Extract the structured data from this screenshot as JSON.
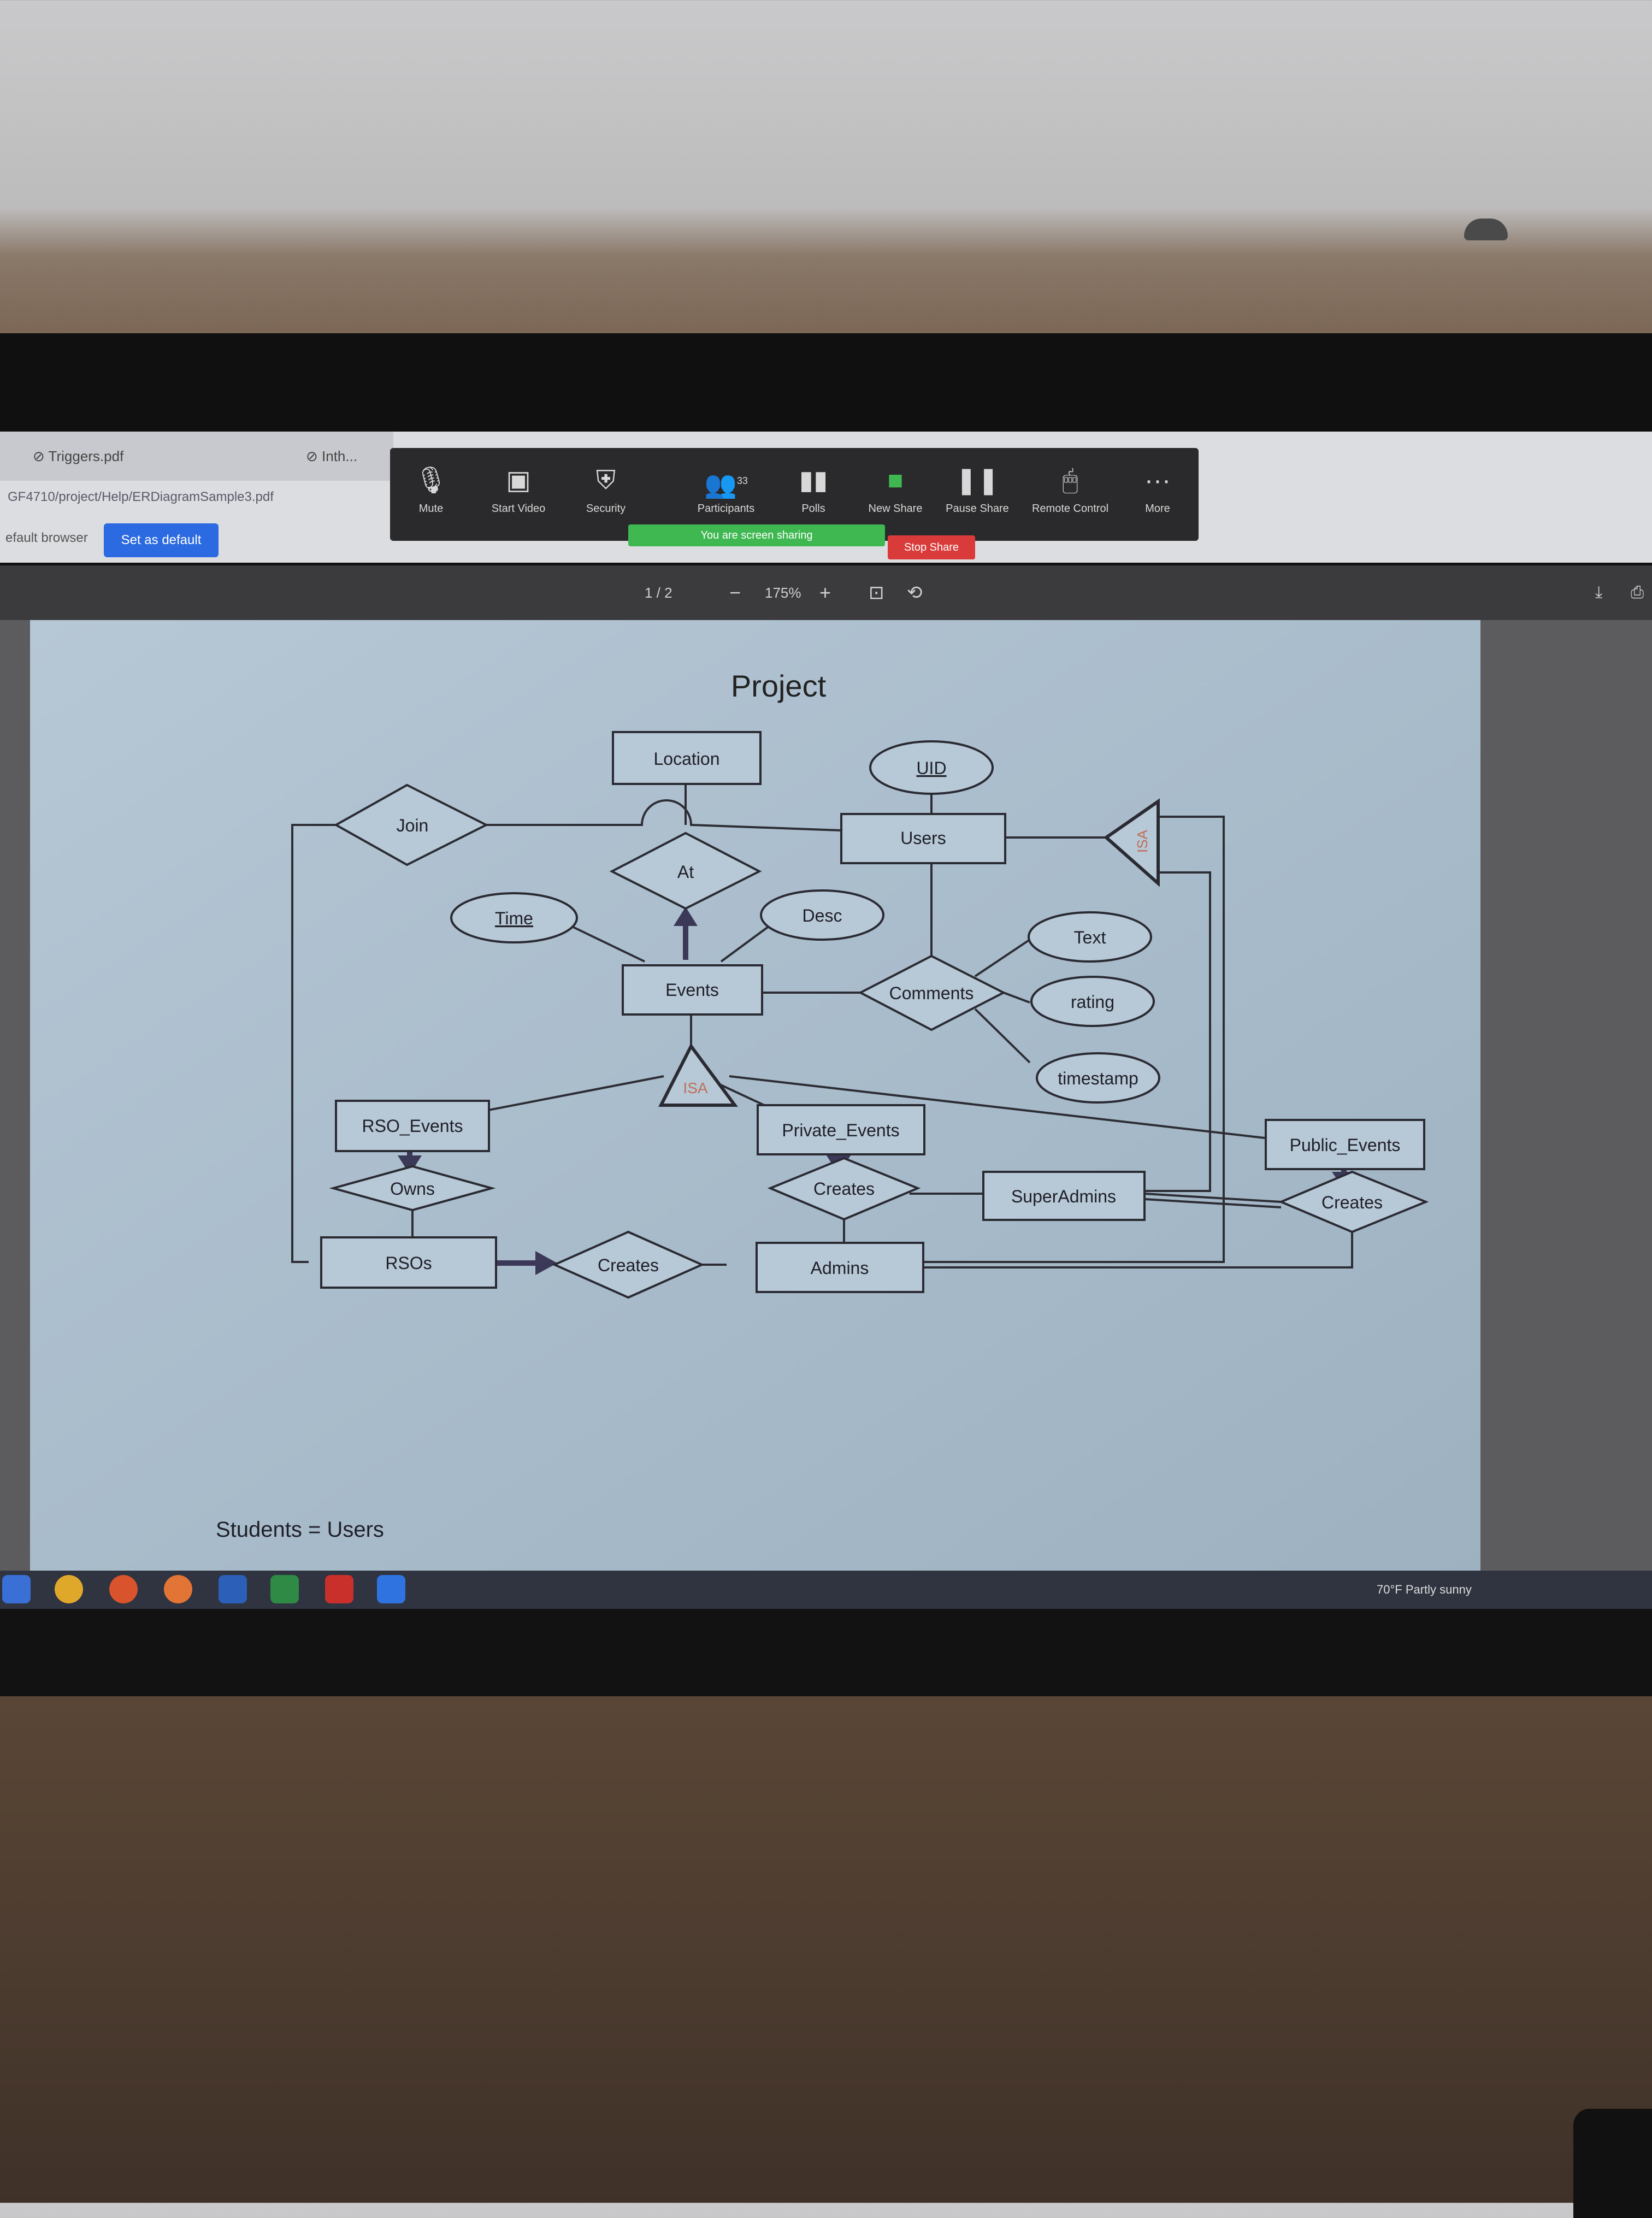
{
  "browser": {
    "tabs": [
      "Triggers.pdf",
      "Inth..."
    ],
    "address": "GF4710/project/Help/ERDiagramSample3.pdf",
    "default_notice": "efault browser",
    "set_default_button": "Set as default"
  },
  "zoom_toolbar": {
    "buttons": [
      {
        "label": "Mute",
        "icon": "mic-icon"
      },
      {
        "label": "Start Video",
        "icon": "video-icon"
      },
      {
        "label": "Security",
        "icon": "shield-icon"
      },
      {
        "label": "Participants",
        "icon": "participants-icon",
        "count": "33"
      },
      {
        "label": "Polls",
        "icon": "polls-icon"
      },
      {
        "label": "New Share",
        "icon": "share-icon"
      },
      {
        "label": "Pause Share",
        "icon": "pause-icon"
      },
      {
        "label": "Remote Control",
        "icon": "remote-control-icon"
      },
      {
        "label": "More",
        "icon": "more-icon"
      }
    ],
    "share_banner": "You are screen sharing",
    "stop_share": "Stop Share"
  },
  "pdf_toolbar": {
    "page": "1 / 2",
    "zoom": "175%",
    "minus": "−",
    "plus": "+"
  },
  "diagram": {
    "title": "Project",
    "entities": {
      "location": "Location",
      "users": "Users",
      "events": "Events",
      "rso_events": "RSO_Events",
      "private_events": "Private_Events",
      "public_events": "Public_Events",
      "superadmins": "SuperAdmins",
      "rsos": "RSOs",
      "admins": "Admins"
    },
    "attributes": {
      "uid": "UID",
      "time": "Time",
      "desc": "Desc",
      "text": "Text",
      "rating": "rating",
      "timestamp": "timestamp"
    },
    "relationships": {
      "join": "Join",
      "at": "At",
      "comments": "Comments",
      "owns": "Owns",
      "creates_private": "Creates",
      "creates_public": "Creates",
      "creates_rso": "Creates"
    },
    "isa": {
      "events": "ISA",
      "users": "ISA"
    },
    "footnote": "Students = Users"
  },
  "taskbar": {
    "tray": "70°F Partly sunny"
  }
}
